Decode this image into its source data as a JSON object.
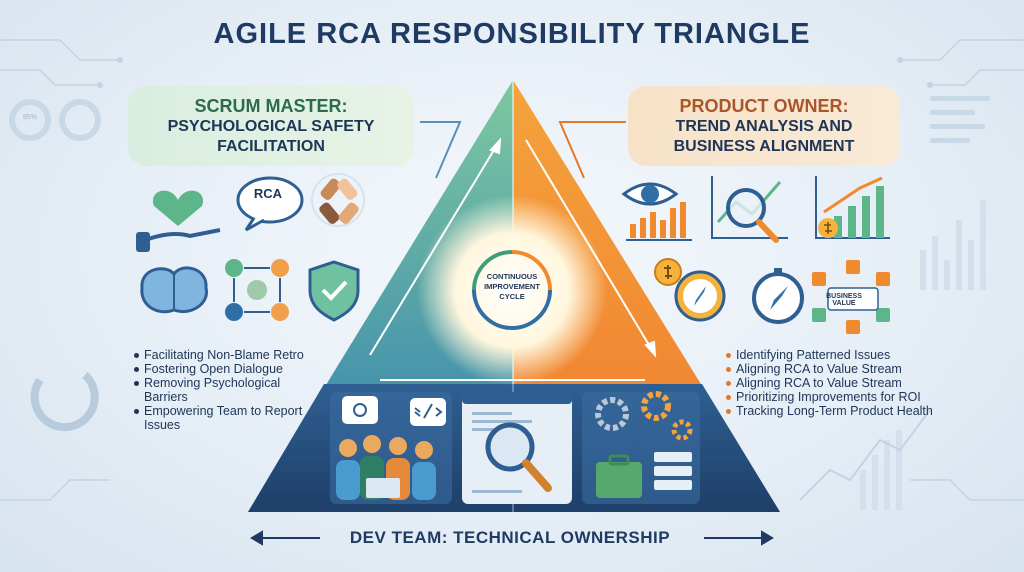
{
  "title": "AGILE RCA RESPONSIBILITY TRIANGLE",
  "scrum_master": {
    "heading": "SCRUM MASTER:",
    "subtitle_line1": "PSYCHOLOGICAL SAFETY",
    "subtitle_line2": "FACILITATION",
    "icon_text": "RCA",
    "bullets": [
      "Facilitating Non-Blame Retro",
      "Fostering Open Dialogue",
      "Removing Psychological Barriers",
      "Empowering Team to Report Issues"
    ]
  },
  "product_owner": {
    "heading": "PRODUCT OWNER:",
    "subtitle_line1": "TREND ANALYSIS AND",
    "subtitle_line2": "BUSINESS ALIGNMENT",
    "icon_text_line1": "BUSINESS",
    "icon_text_line2": "VALUE",
    "bullets": [
      "Identifying Patterned Issues",
      "Aligning RCA to Value Stream",
      "Aligning RCA to Value Stream",
      "Prioritizing Improvements for ROI",
      "Tracking Long-Term Product Health"
    ]
  },
  "center": {
    "line1": "CONTINUOUS",
    "line2": "IMPROVEMENT",
    "line3": "CYCLE"
  },
  "dev_team": {
    "title": "DEV TEAM: TECHNICAL OWNERSHIP"
  },
  "decor": {
    "gauge_label": "85%"
  },
  "colors": {
    "green": "#3f9e7a",
    "orange": "#f08a2e",
    "navy": "#1f3b63",
    "blue": "#2f6fa6"
  }
}
